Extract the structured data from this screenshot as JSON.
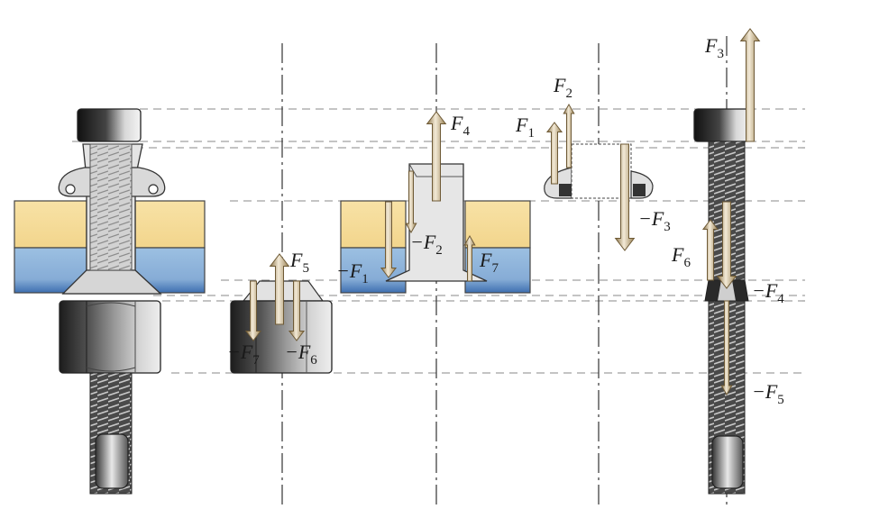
{
  "diagram": {
    "labels": {
      "F1": {
        "sym": "F",
        "sub": "1"
      },
      "F2": {
        "sym": "F",
        "sub": "2"
      },
      "F3": {
        "sym": "F",
        "sub": "3"
      },
      "F4": {
        "sym": "F",
        "sub": "4"
      },
      "F5": {
        "sym": "F",
        "sub": "5"
      },
      "F6": {
        "sym": "F",
        "sub": "6"
      },
      "F7": {
        "sym": "F",
        "sub": "7"
      },
      "mF1": {
        "sym": "−F",
        "sub": "1"
      },
      "mF2": {
        "sym": "−F",
        "sub": "2"
      },
      "mF3": {
        "sym": "−F",
        "sub": "3"
      },
      "mF4": {
        "sym": "−F",
        "sub": "4"
      },
      "mF5": {
        "sym": "−F",
        "sub": "5"
      },
      "mF6": {
        "sym": "−F",
        "sub": "6"
      },
      "mF7": {
        "sym": "−F",
        "sub": "7"
      }
    },
    "colors": {
      "plate_top": "#f6dc98",
      "plate_bottom": "#8fb6dc",
      "metal_light": "#e6e6e6",
      "metal_dark": "#2a2a2a",
      "arrow": "#c9b48a",
      "arrow_dark": "#6e5a36",
      "guide_line": "#8a8a8a"
    }
  }
}
